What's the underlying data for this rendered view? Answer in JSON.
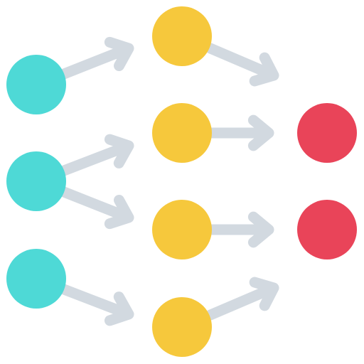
{
  "diagram": {
    "icon": "network-flow-icon",
    "colors": {
      "input": "#4ed9d6",
      "hidden": "#f6c83c",
      "output": "#e94459",
      "arrow": "#d2d9e0",
      "background": "#ffffff"
    },
    "layers": [
      {
        "name": "input",
        "count": 3
      },
      {
        "name": "hidden",
        "count": 4
      },
      {
        "name": "output",
        "count": 2
      }
    ],
    "connections": [
      {
        "from": "input-1",
        "to": "hidden-1"
      },
      {
        "from": "input-2",
        "to": "hidden-2"
      },
      {
        "from": "input-2",
        "to": "hidden-3"
      },
      {
        "from": "input-3",
        "to": "hidden-4"
      },
      {
        "from": "hidden-1",
        "to": "output-1"
      },
      {
        "from": "hidden-2",
        "to": "output-1"
      },
      {
        "from": "hidden-3",
        "to": "output-2"
      },
      {
        "from": "hidden-4",
        "to": "output-2"
      }
    ]
  }
}
